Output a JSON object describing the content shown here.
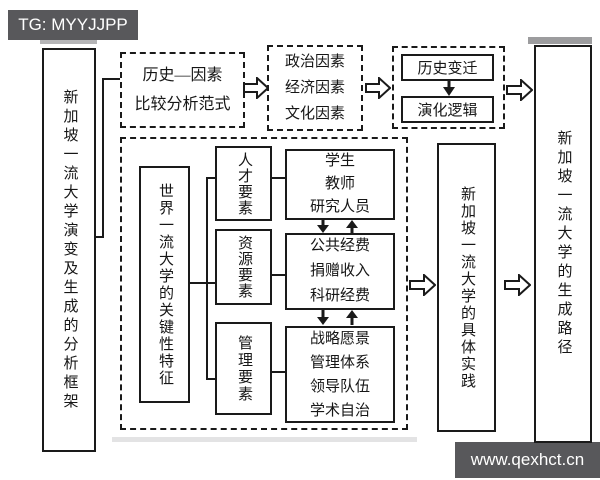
{
  "watermark_top": {
    "text": "TG: MYYJJPP"
  },
  "watermark_bottom": {
    "text": "www.qexhct.cn"
  },
  "colors": {
    "line": "#1a1a1a",
    "badge_bg": "#58585b",
    "badge_text": "#ffffff",
    "background": "#ffffff"
  },
  "diagram": {
    "left_frame": {
      "label": "新加坡一流大学演变及生成的分析框架"
    },
    "top_flow": {
      "paradigm_box": {
        "lines": [
          "历史—因素",
          "比较分析范式"
        ]
      },
      "factor_box": {
        "lines": [
          "政治因素",
          "经济因素",
          "文化因素"
        ]
      },
      "evolution_box": {
        "top_label": "历史变迁",
        "bottom_label": "演化逻辑"
      }
    },
    "framework_box": {
      "features_label": "世界一流大学的关键性特征",
      "elements": [
        {
          "label": "人才要素",
          "details": [
            "学生",
            "教师",
            "研究人员"
          ]
        },
        {
          "label": "资源要素",
          "details": [
            "公共经费",
            "捐赠收入",
            "科研经费"
          ]
        },
        {
          "label": "管理要素",
          "details": [
            "战略愿景",
            "管理体系",
            "领导队伍",
            "学术自治"
          ]
        }
      ]
    },
    "practice_box": {
      "label": "新加坡一流大学的具体实践"
    },
    "right_frame": {
      "label": "新加坡一流大学的生成路径"
    }
  }
}
